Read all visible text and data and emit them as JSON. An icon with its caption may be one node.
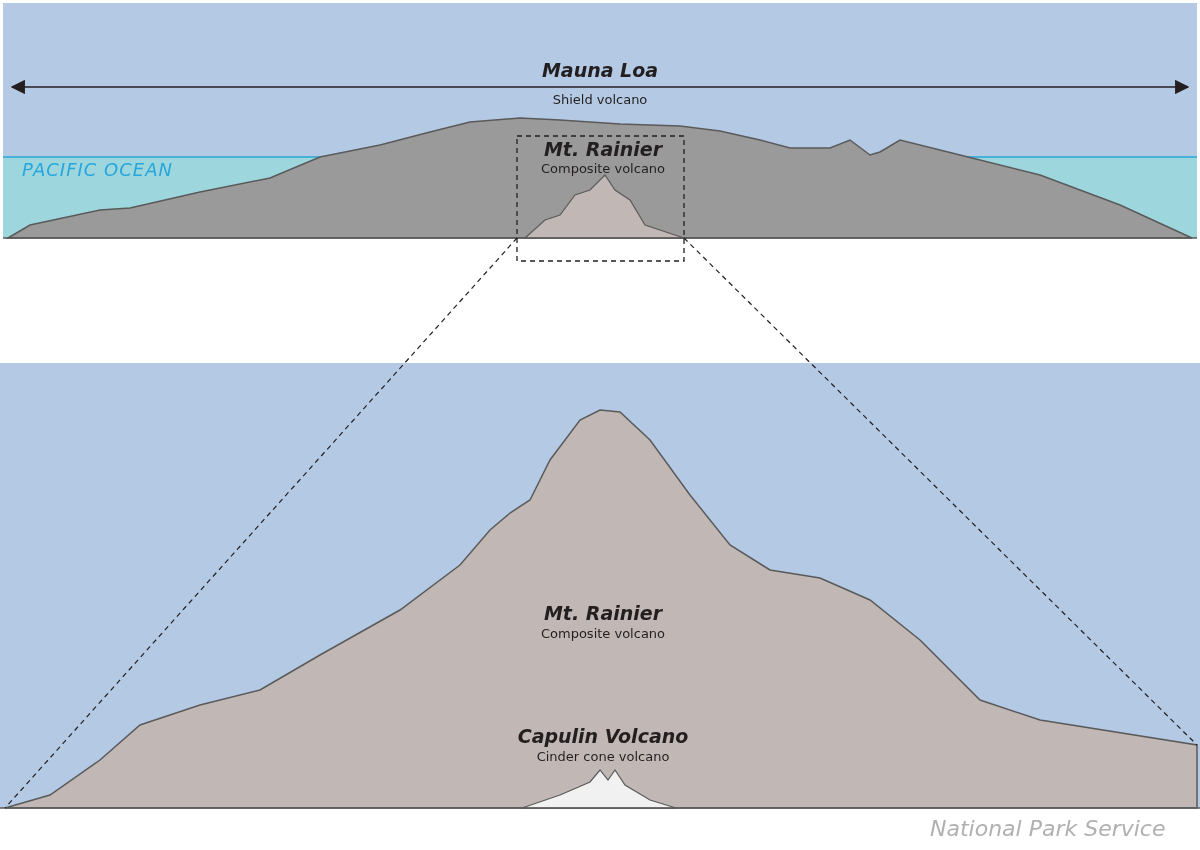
{
  "diagram": {
    "labels": [
      "Mauna Loa",
      "Shield volcano",
      "PACIFIC OCEAN",
      "Mt. Rainier",
      "Composite volcano",
      "Mt. Rainier",
      "Composite volcano",
      "Capulin Volcano",
      "Cinder cone volcano",
      "National Park Service"
    ]
  }
}
